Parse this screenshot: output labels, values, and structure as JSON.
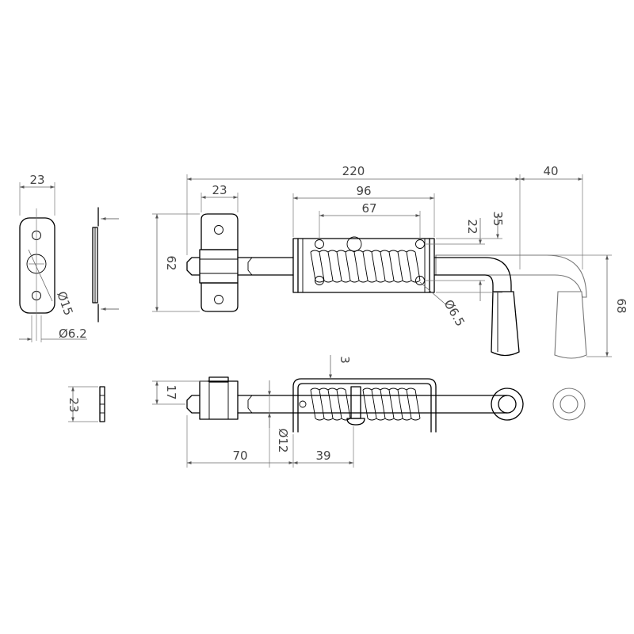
{
  "dimensions": {
    "plate_width": "23",
    "hole_large": "Ø15",
    "hole_small": "Ø6.2",
    "plate_thickness": "23",
    "total_length": "220",
    "handle_offset": "40",
    "bracket_width": "23",
    "housing_length": "96",
    "hole_spacing": "67",
    "bracket_height": "62",
    "hole_row_spacing": "22",
    "housing_height": "35",
    "housing_hole": "Ø6.5",
    "handle_height": "68",
    "bracket_depth": "17",
    "guard_offset": "3",
    "pin_diameter": "Ø12",
    "pin_to_housing": "70",
    "housing_inner": "39"
  },
  "colors": {
    "line": "#000000",
    "dimension": "#666666",
    "ghost": "#777777"
  }
}
